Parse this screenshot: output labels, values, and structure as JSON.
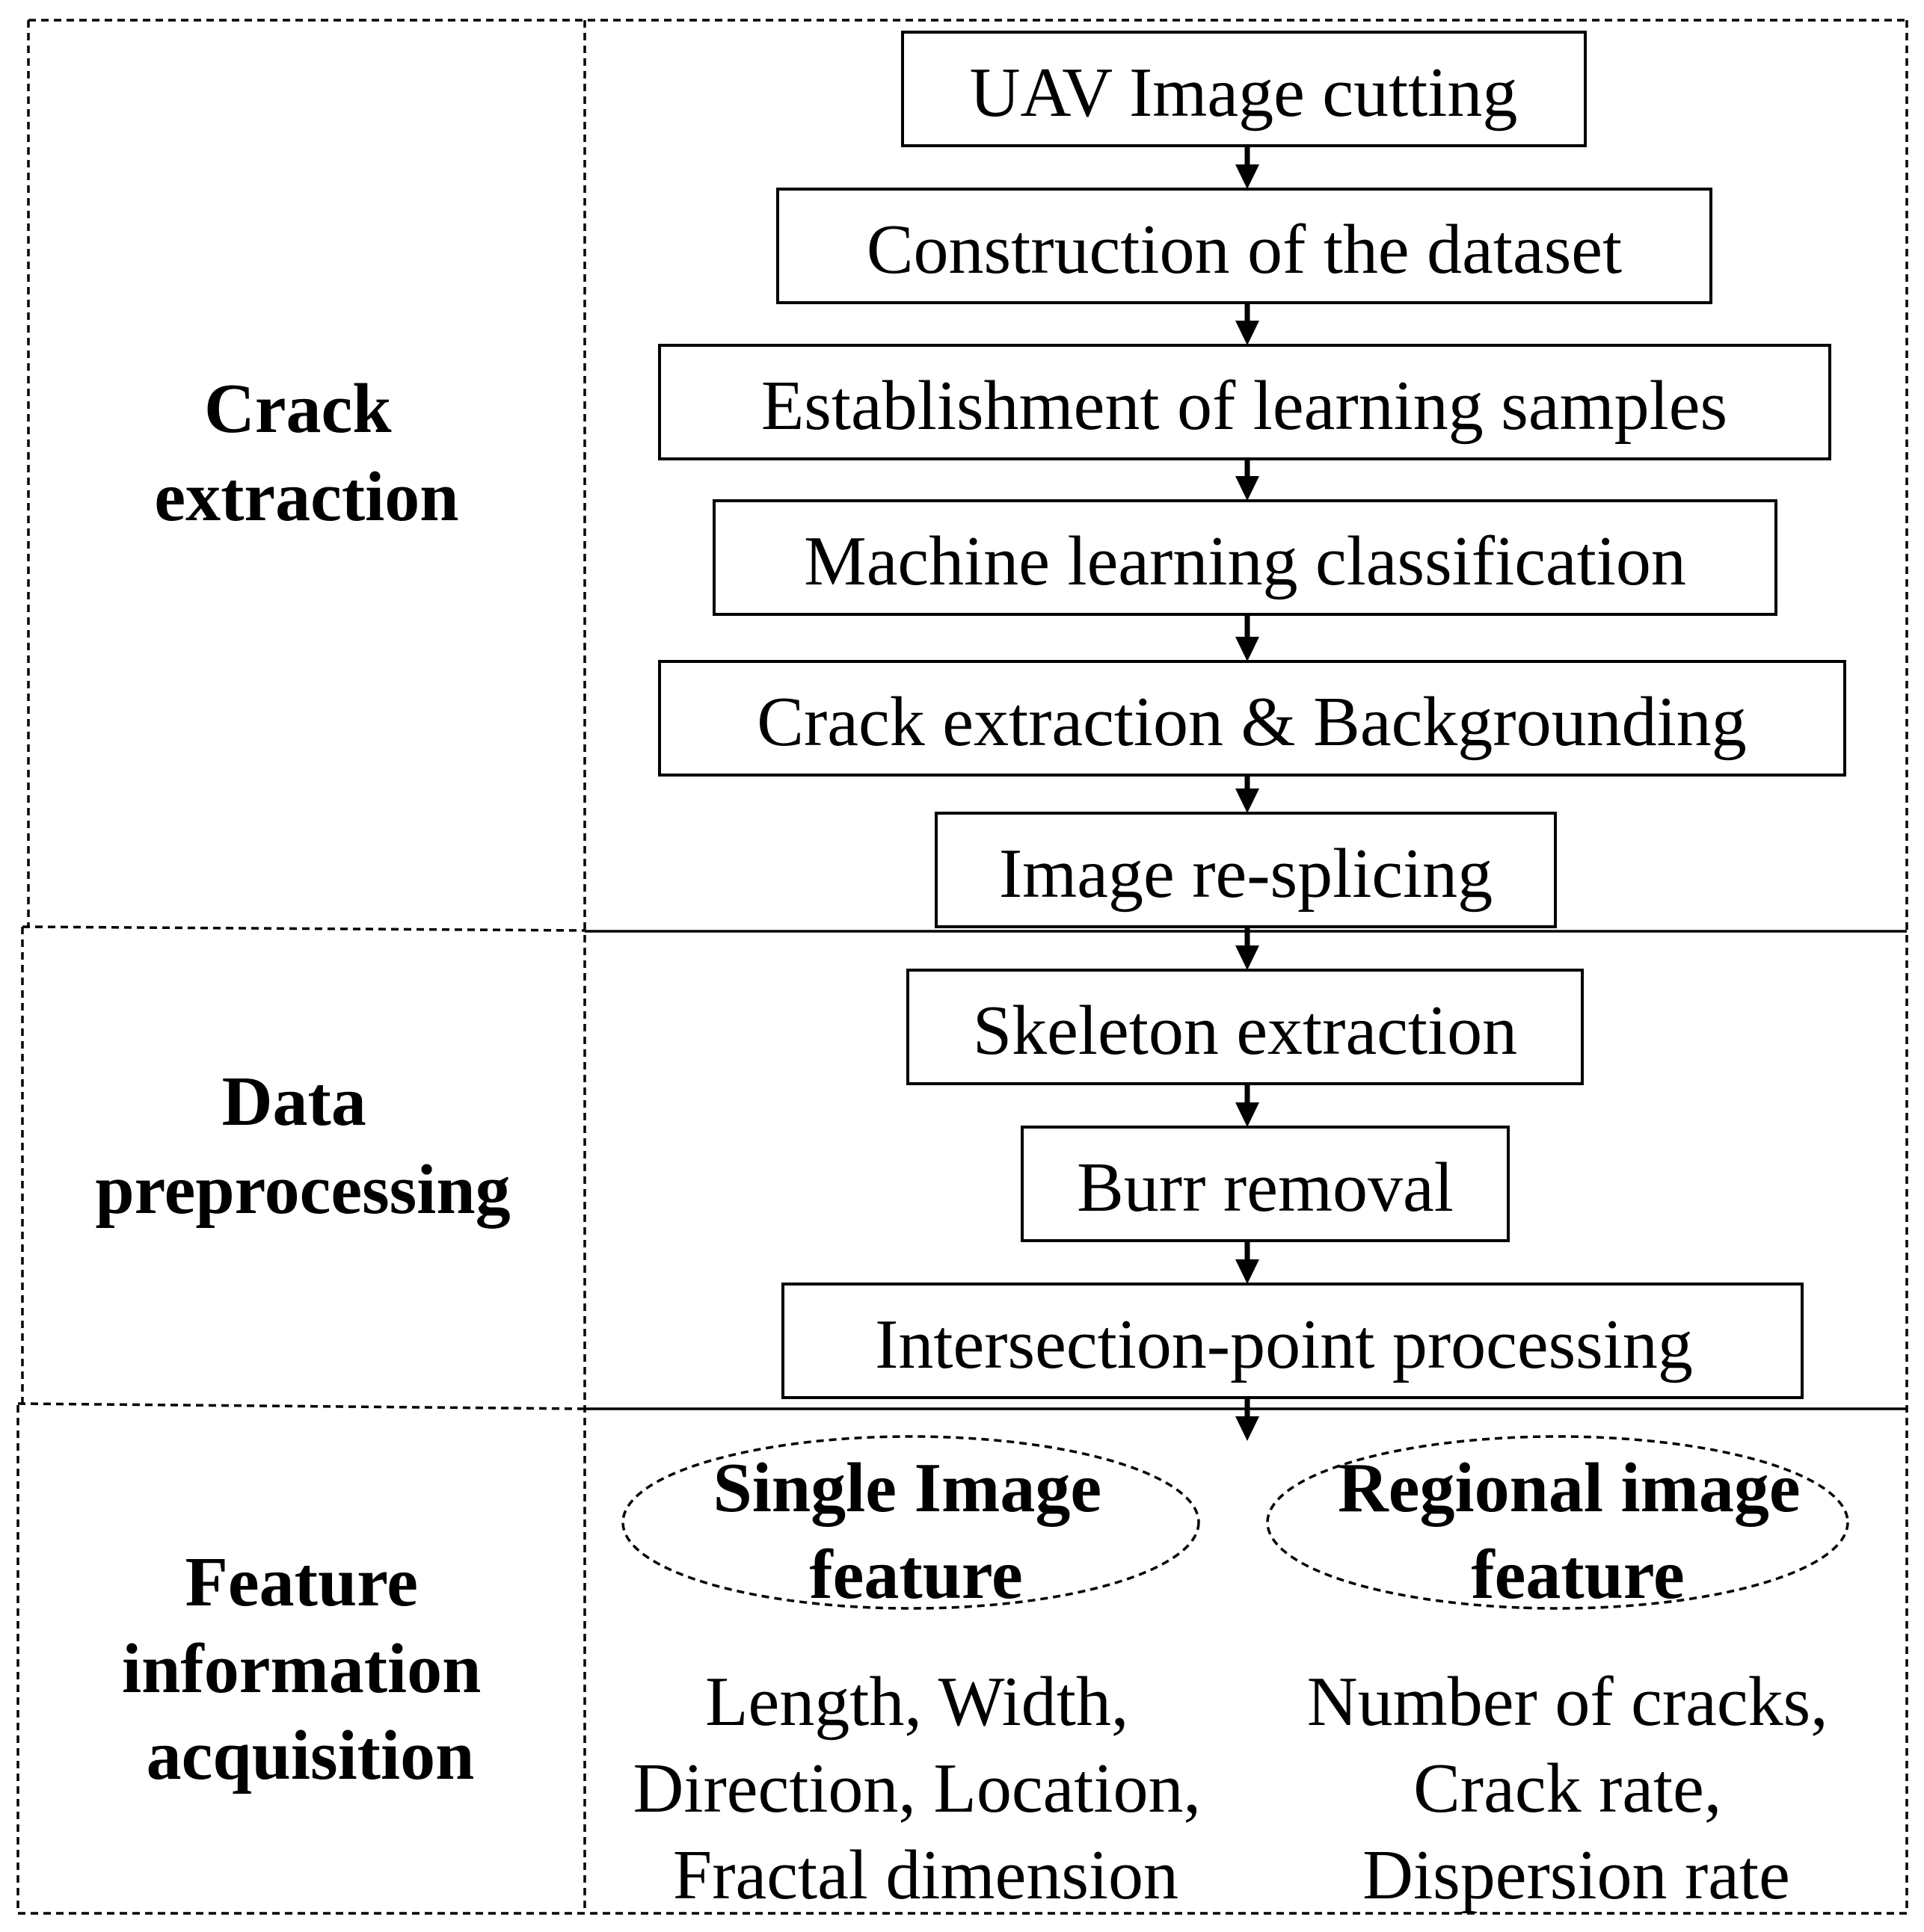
{
  "stages": [
    {
      "lines": [
        "Crack",
        "extraction"
      ]
    },
    {
      "lines": [
        "Data",
        "preprocessing"
      ]
    },
    {
      "lines": [
        "Feature",
        "information",
        "acquisition"
      ]
    }
  ],
  "steps": [
    "UAV Image cutting",
    "Construction of the dataset",
    "Establishment of learning samples",
    "Machine learning classification",
    "Crack extraction & Backgrounding",
    "Image re-splicing",
    "Skeleton extraction",
    "Burr removal",
    "Intersection-point processing"
  ],
  "features": [
    {
      "title": [
        "Single Image",
        "feature"
      ],
      "items": [
        "Length, Width,",
        "Direction, Location,",
        "Fractal dimension"
      ]
    },
    {
      "title": [
        "Regional image",
        "feature"
      ],
      "items": [
        "Number of cracks,",
        "Crack rate,",
        "Dispersion rate"
      ]
    }
  ]
}
